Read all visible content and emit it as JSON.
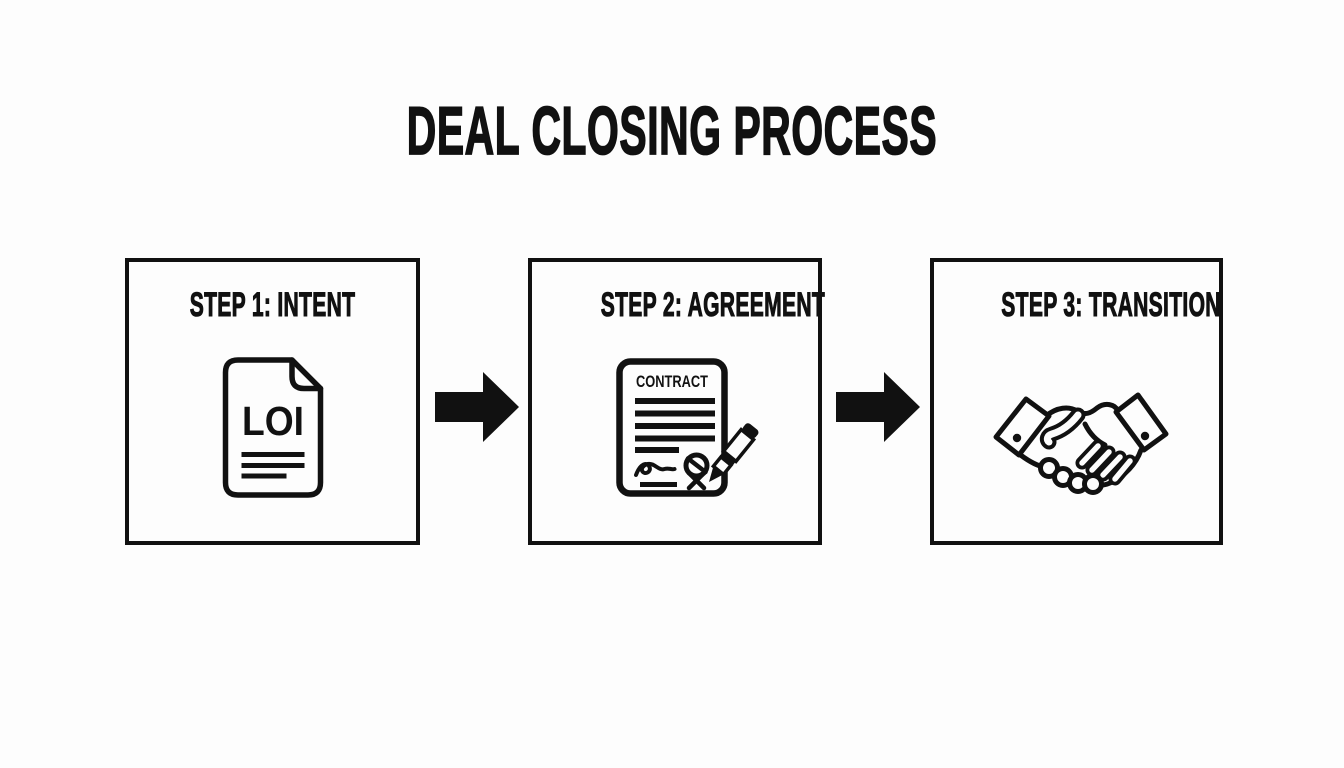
{
  "colors": {
    "background": "#fdfdfd",
    "ink": "#111111"
  },
  "title": "DEAL CLOSING PROCESS",
  "steps": [
    {
      "label": "STEP 1: INTENT",
      "icon": "loi-document-icon",
      "icon_text": "LOI"
    },
    {
      "label": "STEP 2: AGREEMENT",
      "icon": "signed-contract-icon",
      "icon_text": "CONTRACT"
    },
    {
      "label": "STEP 3: TRANSITION",
      "icon": "handshake-icon"
    }
  ],
  "connectors": [
    {
      "icon": "arrow-right-icon"
    },
    {
      "icon": "arrow-right-icon"
    }
  ]
}
